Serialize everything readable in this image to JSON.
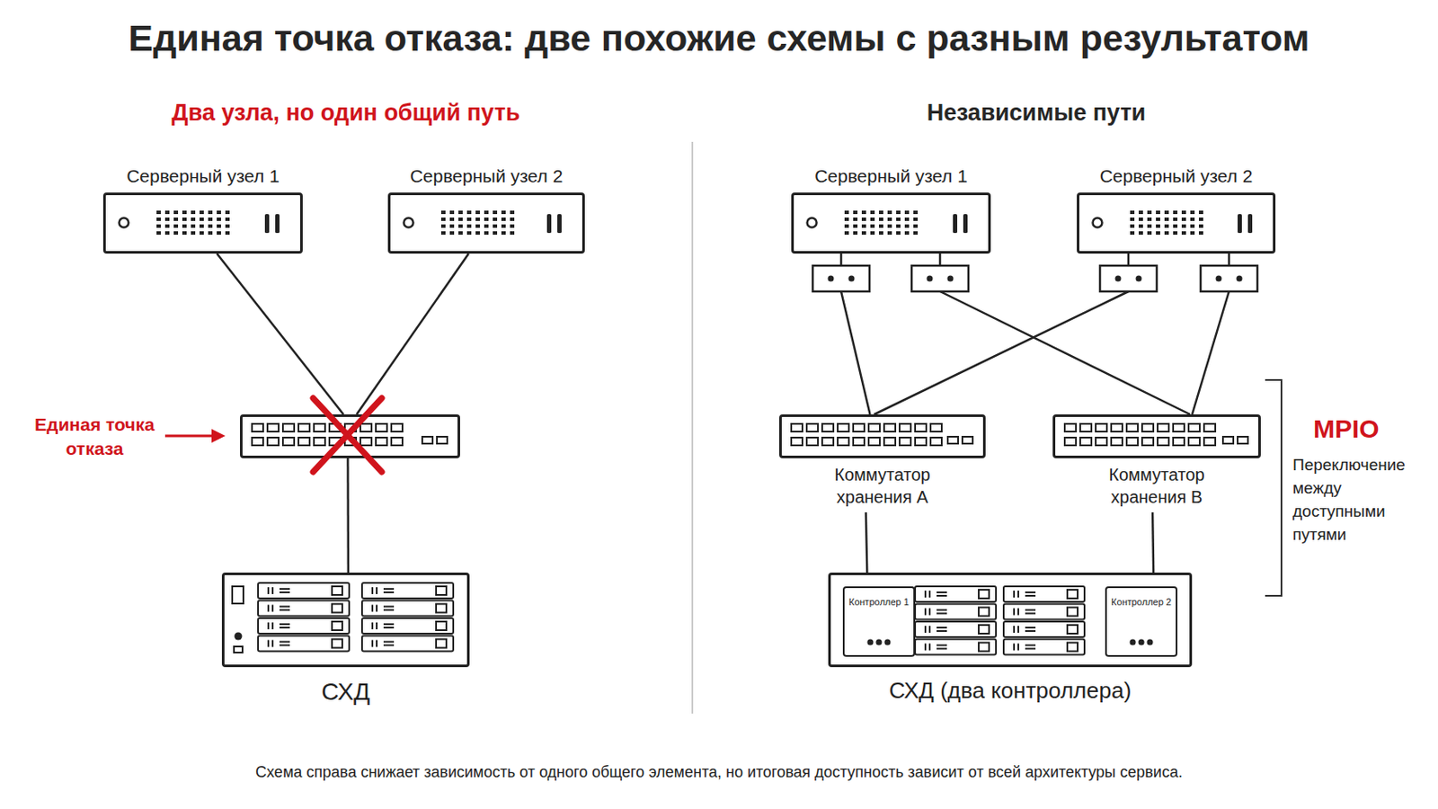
{
  "diagram": {
    "title": "Единая точка отказа: две похожие схемы с разным результатом",
    "caption": "Схема справа снижает зависимость от одного общего элемента, но итоговая доступность зависит от всей архитектуры сервиса.",
    "nodes": [
      {
        "text": [
          "Серверный узел 1"
        ]
      },
      {
        "text": [
          "Серверный узел 2"
        ]
      },
      {
        "text": [
          "Единая точка отказа"
        ]
      },
      {
        "text": [
          "СХД"
        ]
      },
      {
        "text": [
          "Серверный узел 1"
        ]
      },
      {
        "text": [
          "Серверный узел 2"
        ]
      },
      {
        "text": [
          "Коммутатор хранения А"
        ]
      },
      {
        "text": [
          "Коммутатор хранения В"
        ]
      },
      {
        "text": [
          "СХД (два контроллера)"
        ]
      },
      {
        "text": [
          "Контроллер 1"
        ],
        "in": 8
      },
      {
        "text": [
          "Контроллер 2"
        ],
        "in": 8
      }
    ],
    "edges": [
      {
        "from": 0,
        "to": 2,
        "arrow": "none"
      },
      {
        "from": 1,
        "to": 2,
        "arrow": "none"
      },
      {
        "from": 2,
        "to": 3,
        "arrow": "none"
      },
      {
        "from": 4,
        "to": 6,
        "arrow": "none"
      },
      {
        "from": 4,
        "to": 7,
        "arrow": "none"
      },
      {
        "from": 5,
        "to": 6,
        "arrow": "none"
      },
      {
        "from": 5,
        "to": 7,
        "arrow": "none"
      },
      {
        "from": 6,
        "to": 8,
        "arrow": "none"
      },
      {
        "from": 7,
        "to": 8,
        "arrow": "none"
      }
    ],
    "labels": [
      "Два узла, но один общий путь",
      "Независимые пути",
      "MPIO",
      "Переключение между доступными путями"
    ]
  }
}
